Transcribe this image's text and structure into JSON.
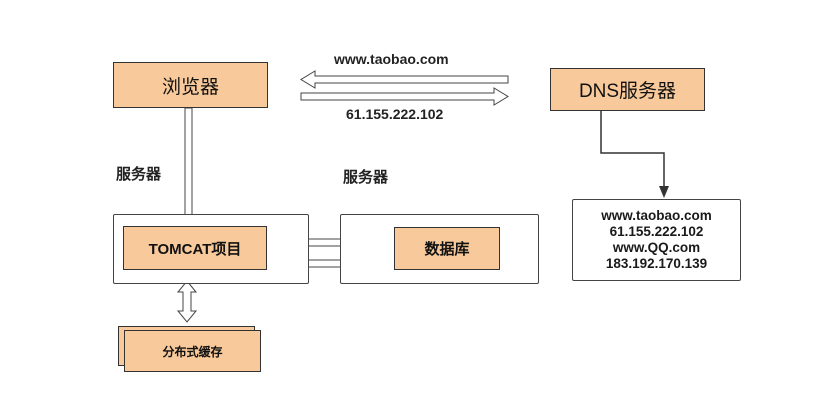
{
  "nodes": {
    "browser": "浏览器",
    "dns_server": "DNS服务器",
    "tomcat": "TOMCAT项目",
    "database": "数据库",
    "cache": "分布式缓存"
  },
  "labels": {
    "domain_request": "www.taobao.com",
    "ip_response": "61.155.222.102",
    "server_left": "服务器",
    "server_right": "服务器"
  },
  "dns_records": [
    "www.taobao.com",
    "61.155.222.102",
    "www.QQ.com",
    "183.192.170.139"
  ],
  "colors": {
    "node_fill": "#f8c99a",
    "stroke": "#333333"
  }
}
